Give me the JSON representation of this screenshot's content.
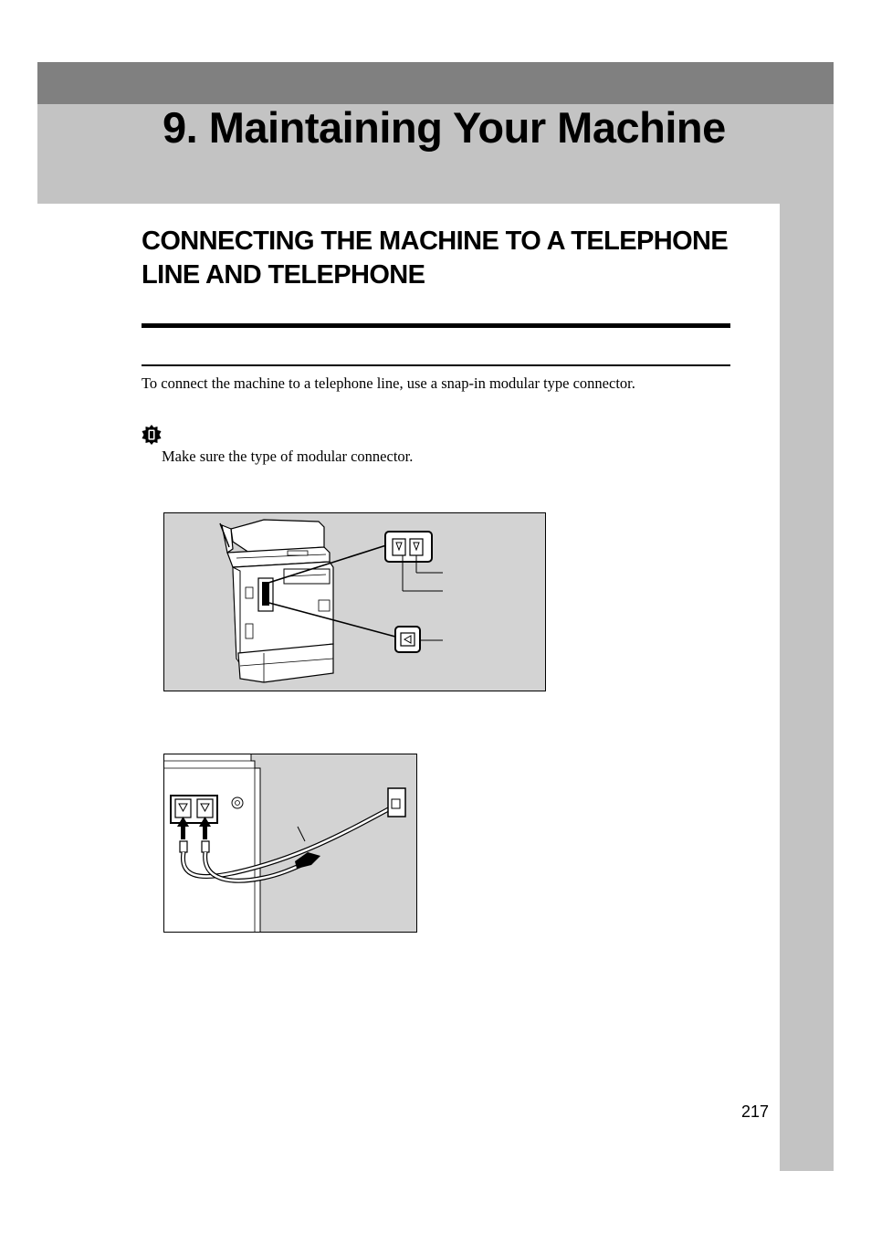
{
  "header": {
    "chapter_title": "9. Maintaining Your Machine"
  },
  "section": {
    "title": "CONNECTING THE MACHINE TO A TELEPHONE LINE AND TELEPHONE"
  },
  "body": {
    "paragraph": "To connect the machine to a telephone line, use a snap-in modular type connector."
  },
  "note": {
    "icon": "important-icon",
    "text": "Make sure the type of modular connector."
  },
  "figures": {
    "figure1_icon": "machine-rear-connectors-illustration",
    "figure2_icon": "telephone-cable-connection-illustration"
  },
  "footer": {
    "page_number": "217"
  },
  "colors": {
    "band_dark": "#808080",
    "band_light": "#c3c3c3",
    "figure_background": "#d3d3d3"
  }
}
